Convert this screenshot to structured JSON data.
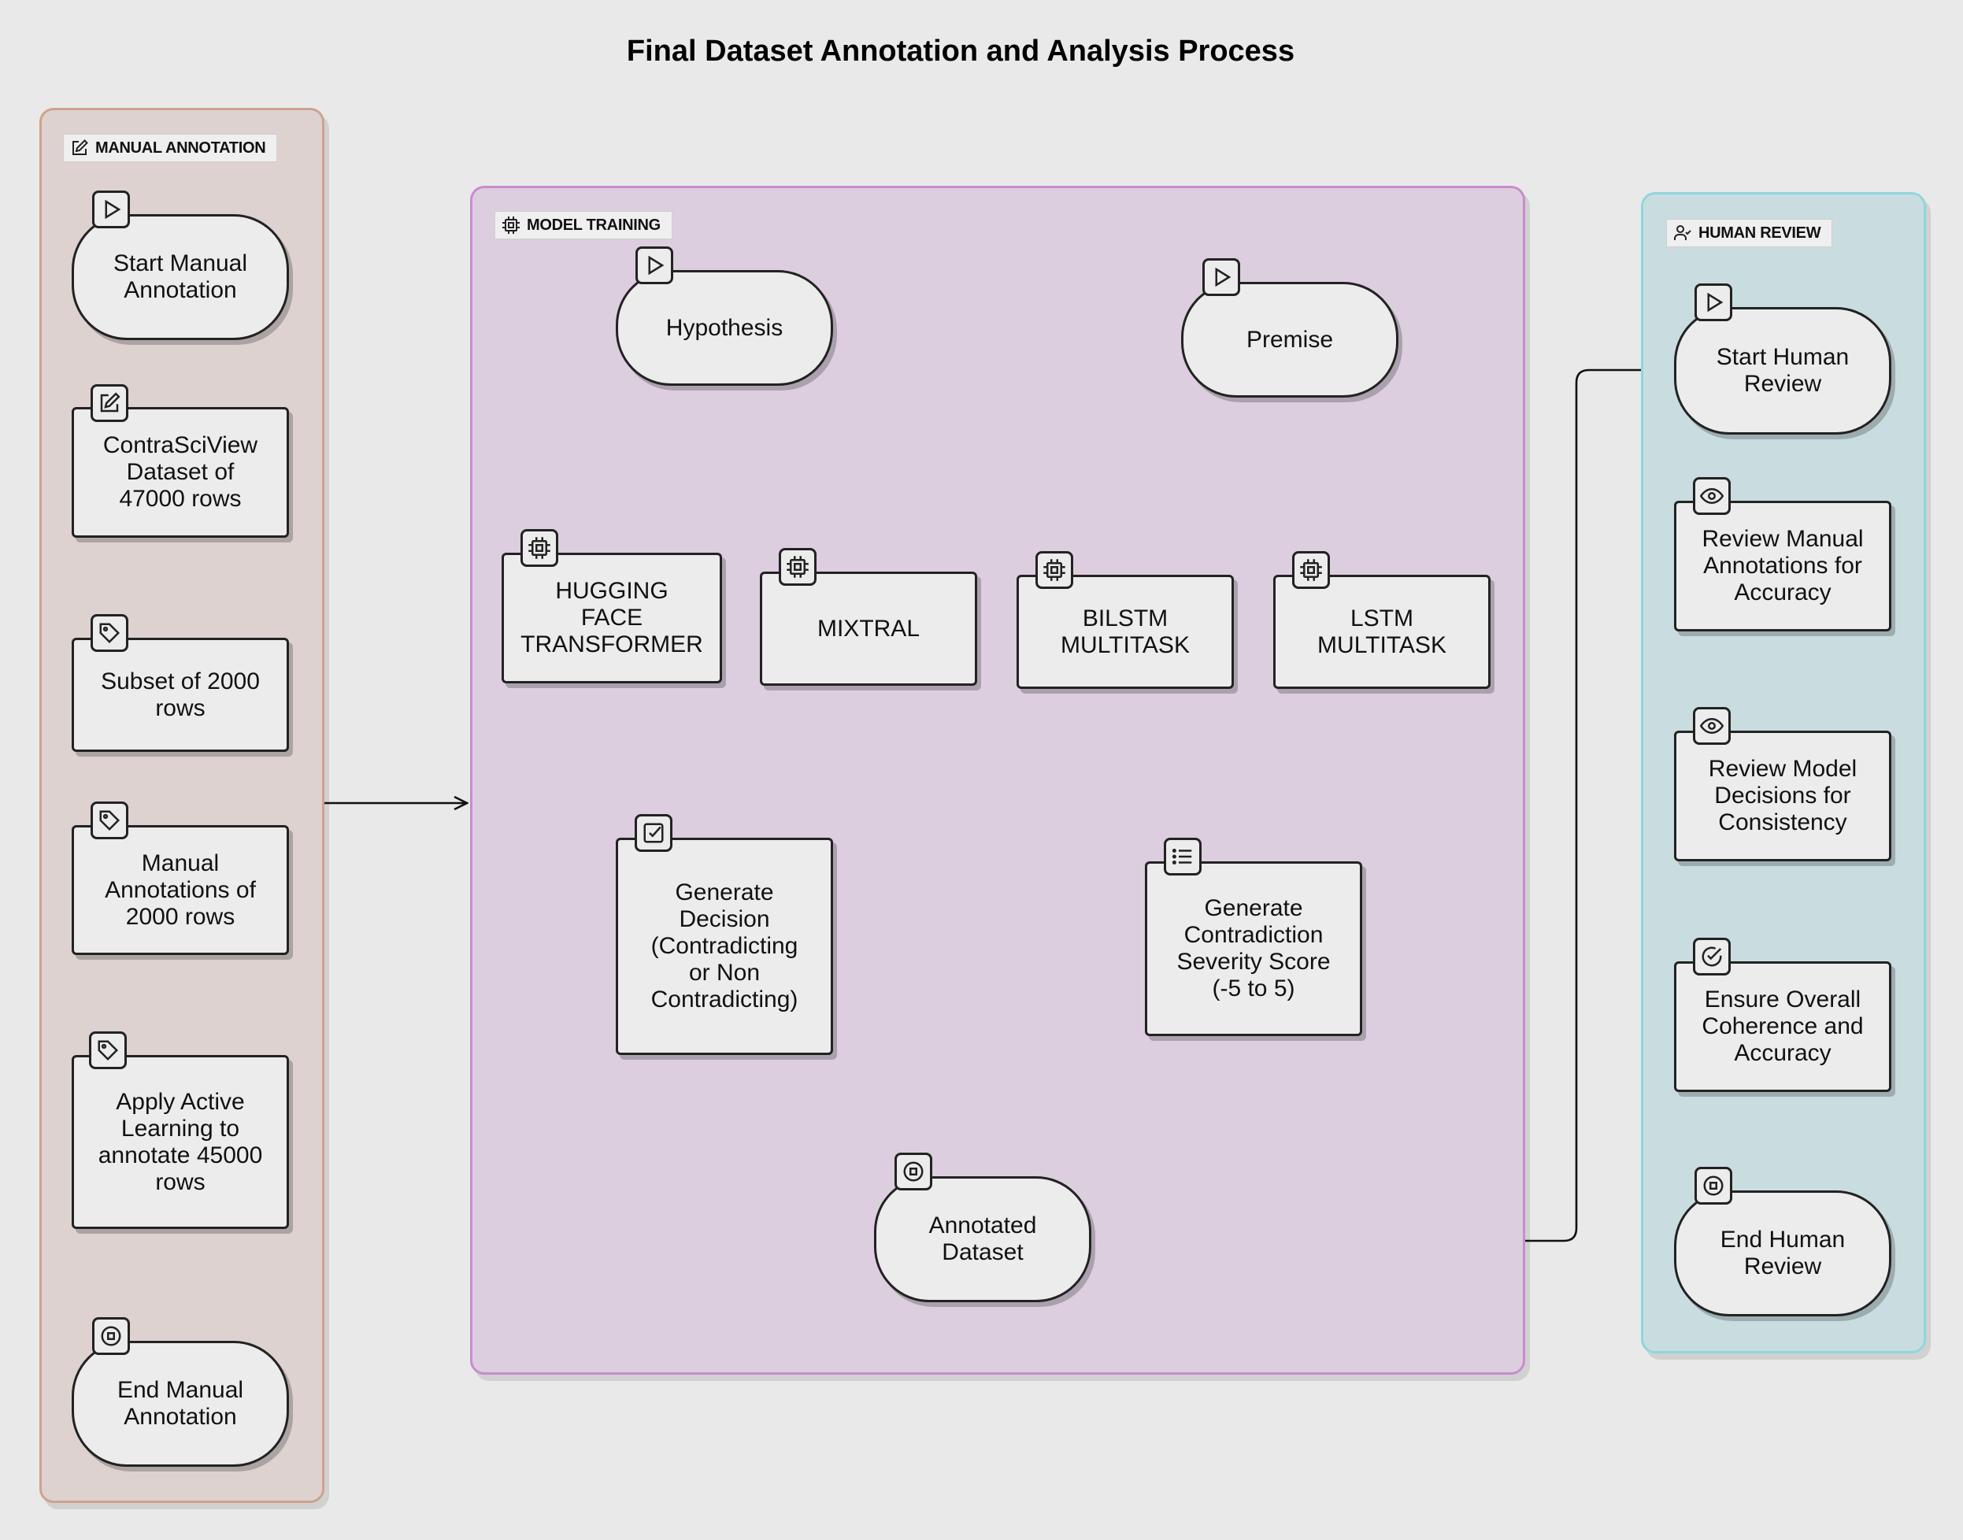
{
  "title": "Final Dataset Annotation and Analysis Process",
  "lanes": {
    "manual": {
      "label": "MANUAL ANNOTATION",
      "fill": "#ddd2d0",
      "border": "#cfa28c"
    },
    "model": {
      "label": "MODEL TRAINING",
      "fill": "#dccede",
      "border": "#c98bd0"
    },
    "review": {
      "label": "HUMAN REVIEW",
      "fill": "#c9dde0",
      "border": "#8fd6dc"
    }
  },
  "nodes": {
    "start_manual": {
      "text": "Start Manual\nAnnotation",
      "icon": "play-icon"
    },
    "contrasciview": {
      "text": "ContraSciView\nDataset of\n47000 rows",
      "icon": "edit-icon"
    },
    "subset": {
      "text": "Subset of 2000\nrows",
      "icon": "tag-icon"
    },
    "manual_annotations": {
      "text": "Manual\nAnnotations of\n2000 rows",
      "icon": "tag-icon"
    },
    "active_learning": {
      "text": "Apply Active\nLearning to\nannotate 45000\nrows",
      "icon": "tag-icon"
    },
    "end_manual": {
      "text": "End Manual\nAnnotation",
      "icon": "stop-icon"
    },
    "hypothesis": {
      "text": "Hypothesis",
      "icon": "play-icon"
    },
    "premise": {
      "text": "Premise",
      "icon": "play-icon"
    },
    "hf_transformer": {
      "text": "HUGGING\nFACE\nTRANSFORMER",
      "icon": "chip-icon"
    },
    "mixtral": {
      "text": "MIXTRAL",
      "icon": "chip-icon"
    },
    "bilstm": {
      "text": "BILSTM\nMULTITASK",
      "icon": "chip-icon"
    },
    "lstm": {
      "text": "LSTM\nMULTITASK",
      "icon": "chip-icon"
    },
    "gen_decision": {
      "text": "Generate\nDecision\n(Contradicting\nor Non\nContradicting)",
      "icon": "checkbox-icon"
    },
    "gen_severity": {
      "text": "Generate\nContradiction\nSeverity Score\n(-5 to 5)",
      "icon": "list-icon"
    },
    "annotated_dataset": {
      "text": "Annotated\nDataset",
      "icon": "stop-icon"
    },
    "start_review": {
      "text": "Start Human\nReview",
      "icon": "play-icon"
    },
    "review_manual": {
      "text": "Review Manual\nAnnotations for\nAccuracy",
      "icon": "eye-icon"
    },
    "review_model": {
      "text": "Review Model\nDecisions for\nConsistency",
      "icon": "eye-icon"
    },
    "ensure": {
      "text": "Ensure Overall\nCoherence and\nAccuracy",
      "icon": "check-circle-icon"
    },
    "end_review": {
      "text": "End Human\nReview",
      "icon": "stop-icon"
    }
  }
}
